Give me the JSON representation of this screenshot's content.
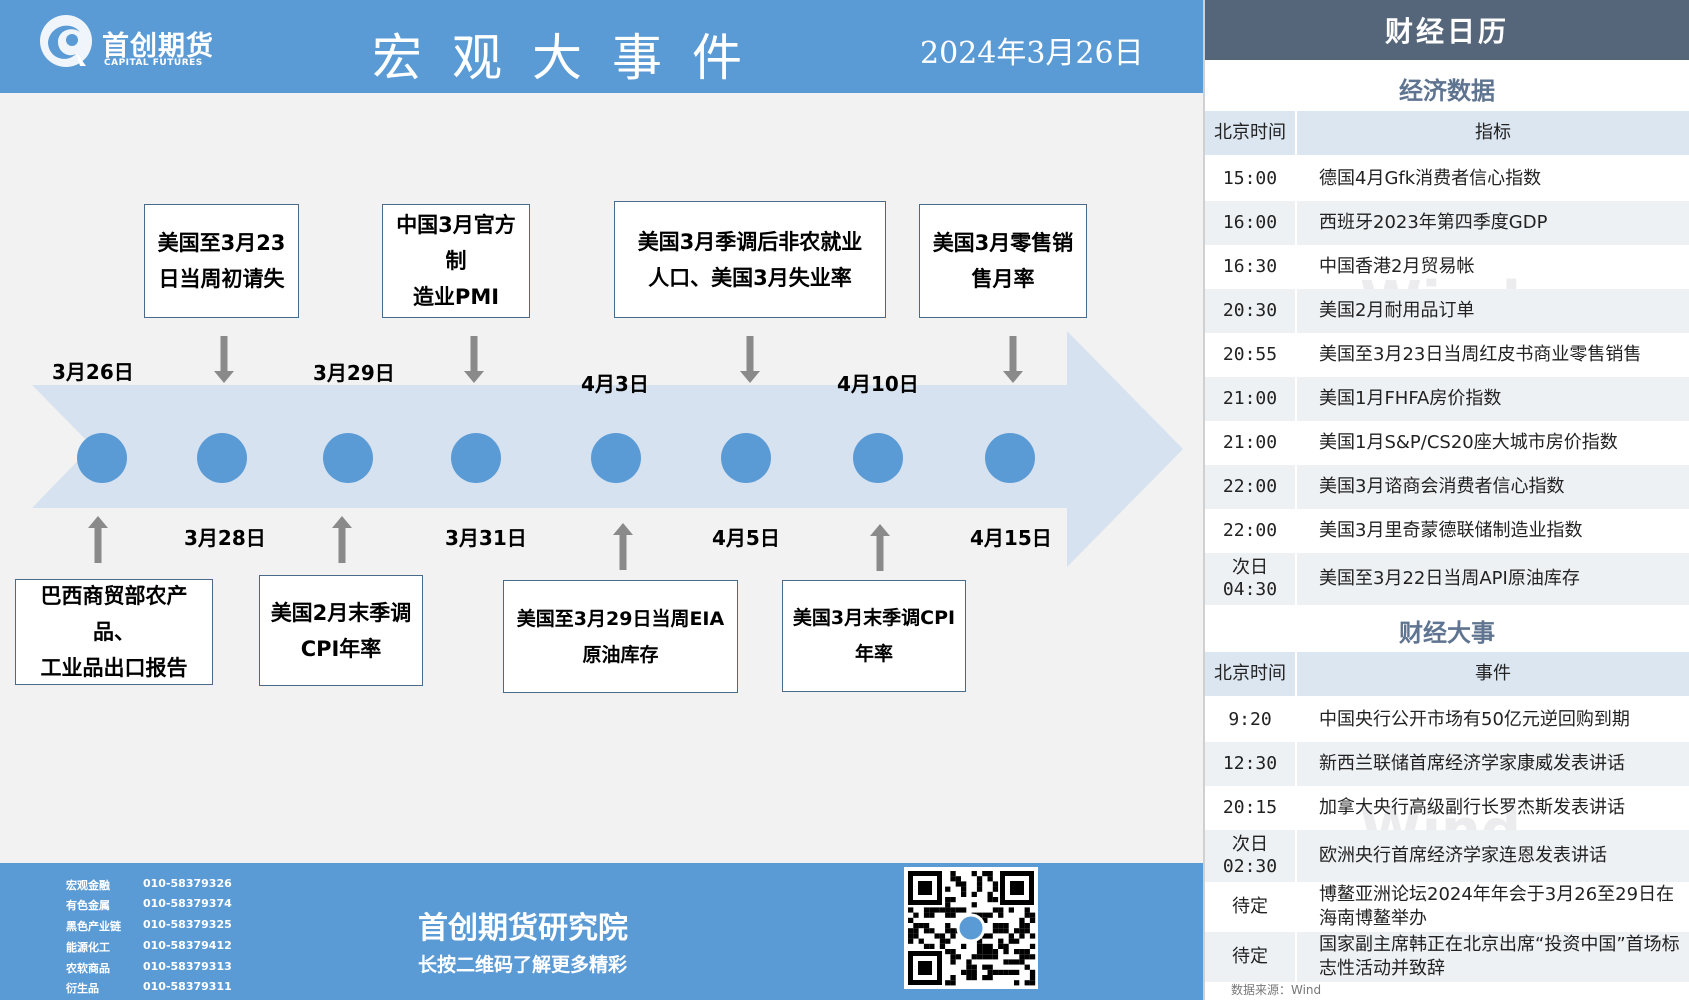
{
  "header": {
    "logo_cn": "首创期货",
    "logo_en": "CAPITAL FUTURES",
    "title": "宏观大事件",
    "date": "2024年3月26日"
  },
  "timeline": {
    "dates": [
      "3月26日",
      "3月28日",
      "3月29日",
      "3月31日",
      "4月3日",
      "4月5日",
      "4月10日",
      "4月15日"
    ],
    "events_top": [
      {
        "line1": "美国至3月23",
        "line2": "日当周初请失"
      },
      {
        "line1": "中国3月官方制",
        "line2": "造业PMI"
      },
      {
        "line1": "美国3月季调后非农就业",
        "line2": "人口、美国3月失业率"
      },
      {
        "line1": "美国3月零售销",
        "line2": "售月率"
      }
    ],
    "events_bottom": [
      {
        "line1": "巴西商贸部农产品、",
        "line2": "工业品出口报告"
      },
      {
        "line1": "美国2月末季调",
        "line2": "CPI年率"
      },
      {
        "line1": "美国至3月29日当周EIA",
        "line2": "原油库存"
      },
      {
        "line1": "美国3月末季调CPI",
        "line2": "年率"
      }
    ]
  },
  "footer": {
    "contacts": [
      {
        "name": "宏观金融",
        "phone": "010-58379326"
      },
      {
        "name": "有色金属",
        "phone": "010-58379374"
      },
      {
        "name": "黑色产业链",
        "phone": "010-58379325"
      },
      {
        "name": "能源化工",
        "phone": "010-58379412"
      },
      {
        "name": "农软商品",
        "phone": "010-58379313"
      },
      {
        "name": "衍生品",
        "phone": "010-58379311"
      }
    ],
    "institute": "首创期货研究院",
    "slogan": "长按二维码了解更多精彩"
  },
  "calendar": {
    "title": "财经日历",
    "econ_title": "经济数据",
    "events_title": "财经大事",
    "col_time": "北京时间",
    "col_indicator": "指标",
    "col_event": "事件",
    "econ_rows": [
      {
        "time": "15:00",
        "desc": "德国4月Gfk消费者信心指数"
      },
      {
        "time": "16:00",
        "desc": "西班牙2023年第四季度GDP"
      },
      {
        "time": "16:30",
        "desc": "中国香港2月贸易帐"
      },
      {
        "time": "20:30",
        "desc": "美国2月耐用品订单"
      },
      {
        "time": "20:55",
        "desc": "美国至3月23日当周红皮书商业零售销售"
      },
      {
        "time": "21:00",
        "desc": "美国1月FHFA房价指数"
      },
      {
        "time": "21:00",
        "desc": "美国1月S&P/CS20座大城市房价指数"
      },
      {
        "time": "22:00",
        "desc": "美国3月谘商会消费者信心指数"
      },
      {
        "time": "22:00",
        "desc": "美国3月里奇蒙德联储制造业指数"
      },
      {
        "time": "次日 04:30",
        "desc": "美国至3月22日当周API原油库存"
      }
    ],
    "event_rows": [
      {
        "time": "9:20",
        "desc": "中国央行公开市场有50亿元逆回购到期"
      },
      {
        "time": "12:30",
        "desc": "新西兰联储首席经济学家康威发表讲话"
      },
      {
        "time": "20:15",
        "desc": "加拿大央行高级副行长罗杰斯发表讲话"
      },
      {
        "time": "次日 02:30",
        "desc": "欧洲央行首席经济学家连恩发表讲话"
      },
      {
        "time": "待定",
        "desc": "博鳌亚洲论坛2024年年会于3月26至29日在海南博鳌举办"
      },
      {
        "time": "待定",
        "desc": "国家副主席韩正在北京出席“投资中国”首场标志性活动并致辞"
      }
    ],
    "watermark": "Wind",
    "source": "数据来源：Wind"
  },
  "colors": {
    "header_blue": "#5b9bd5",
    "calendar_header": "#56667a",
    "section_title": "#5f7490",
    "arrow_fill": "#d6e2f0",
    "node_blue": "#5b9bd5"
  }
}
